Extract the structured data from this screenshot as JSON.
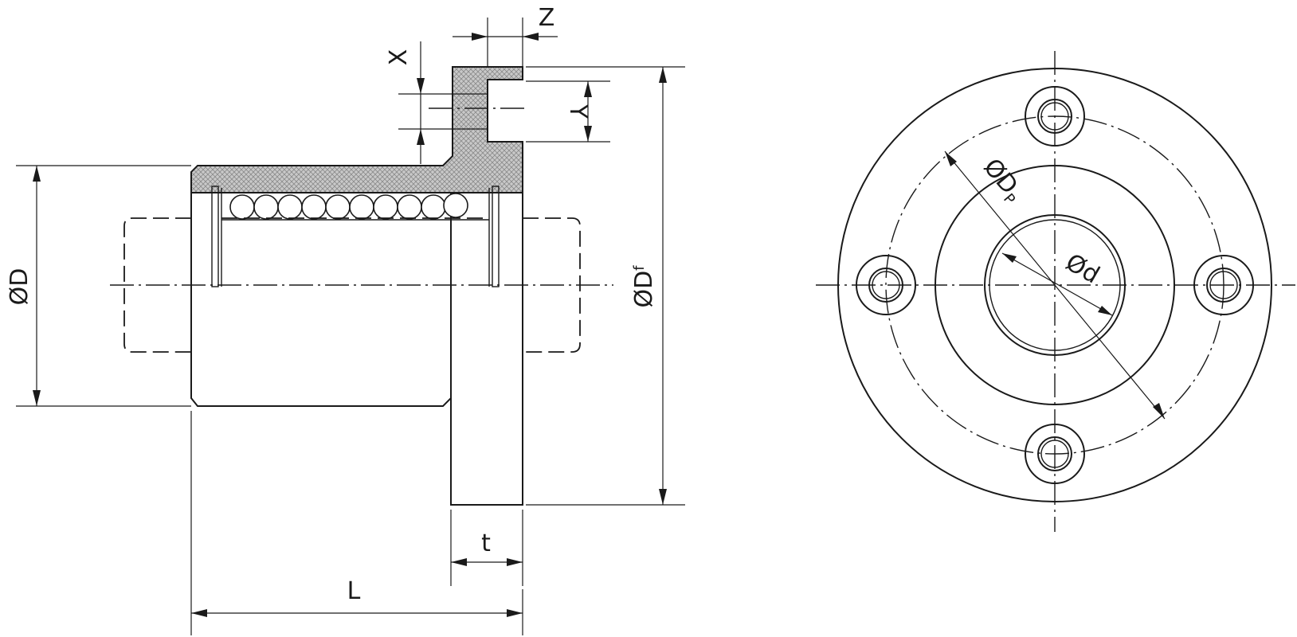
{
  "labels": {
    "z": "Z",
    "x": "X",
    "y": "Y",
    "d_outer": "ØD",
    "d_flange_main": "ØD",
    "d_flange_sub": "f",
    "t": "t",
    "l": "L",
    "d_pitch_main": "ØD",
    "d_pitch_sub": "P",
    "d_bore": "Ød"
  }
}
